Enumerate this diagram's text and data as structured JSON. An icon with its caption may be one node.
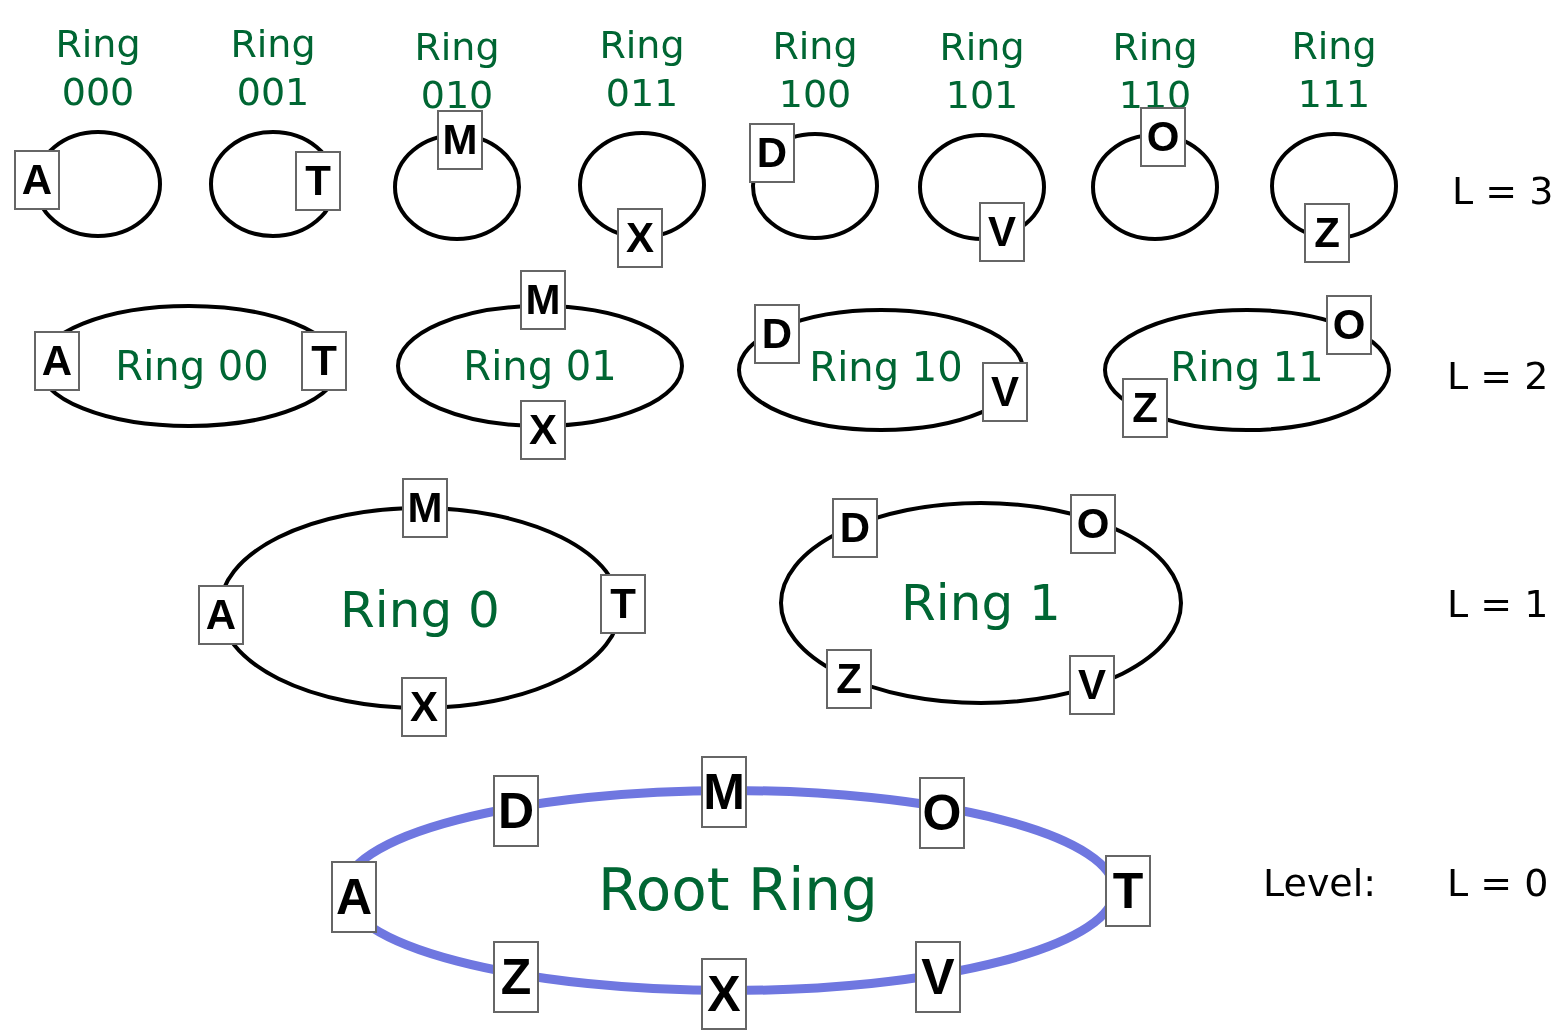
{
  "diagram": {
    "nodes": [
      {
        "text": [
          "Ring 000"
        ]
      },
      {
        "text": [
          "A"
        ]
      },
      {
        "text": [
          "Ring 001"
        ]
      },
      {
        "text": [
          "T"
        ]
      },
      {
        "text": [
          "Ring 010"
        ]
      },
      {
        "text": [
          "M"
        ]
      },
      {
        "text": [
          "Ring 011"
        ]
      },
      {
        "text": [
          "X"
        ]
      },
      {
        "text": [
          "Ring 100"
        ]
      },
      {
        "text": [
          "D"
        ]
      },
      {
        "text": [
          "Ring 101"
        ]
      },
      {
        "text": [
          "V"
        ]
      },
      {
        "text": [
          "Ring 110"
        ]
      },
      {
        "text": [
          "O"
        ]
      },
      {
        "text": [
          "Ring 111"
        ]
      },
      {
        "text": [
          "Z"
        ]
      },
      {
        "text": [
          "Ring 00"
        ]
      },
      {
        "text": [
          "A"
        ]
      },
      {
        "text": [
          "T"
        ]
      },
      {
        "text": [
          "Ring 01"
        ]
      },
      {
        "text": [
          "M"
        ]
      },
      {
        "text": [
          "X"
        ]
      },
      {
        "text": [
          "Ring 10"
        ]
      },
      {
        "text": [
          "D"
        ]
      },
      {
        "text": [
          "V"
        ]
      },
      {
        "text": [
          "Ring 11"
        ]
      },
      {
        "text": [
          "O"
        ]
      },
      {
        "text": [
          "Z"
        ]
      },
      {
        "text": [
          "Ring 0"
        ]
      },
      {
        "text": [
          "M"
        ]
      },
      {
        "text": [
          "A"
        ]
      },
      {
        "text": [
          "T"
        ]
      },
      {
        "text": [
          "X"
        ]
      },
      {
        "text": [
          "Ring 1"
        ]
      },
      {
        "text": [
          "D"
        ]
      },
      {
        "text": [
          "O"
        ]
      },
      {
        "text": [
          "Z"
        ]
      },
      {
        "text": [
          "V"
        ]
      },
      {
        "text": [
          "Root Ring"
        ]
      },
      {
        "text": [
          "M"
        ]
      },
      {
        "text": [
          "D"
        ]
      },
      {
        "text": [
          "O"
        ]
      },
      {
        "text": [
          "A"
        ]
      },
      {
        "text": [
          "T"
        ]
      },
      {
        "text": [
          "Z"
        ]
      },
      {
        "text": [
          "X"
        ]
      },
      {
        "text": [
          "V"
        ]
      }
    ],
    "labels": [
      "L = 3",
      "L = 2",
      "L = 1",
      "Level:",
      "L = 0"
    ]
  }
}
